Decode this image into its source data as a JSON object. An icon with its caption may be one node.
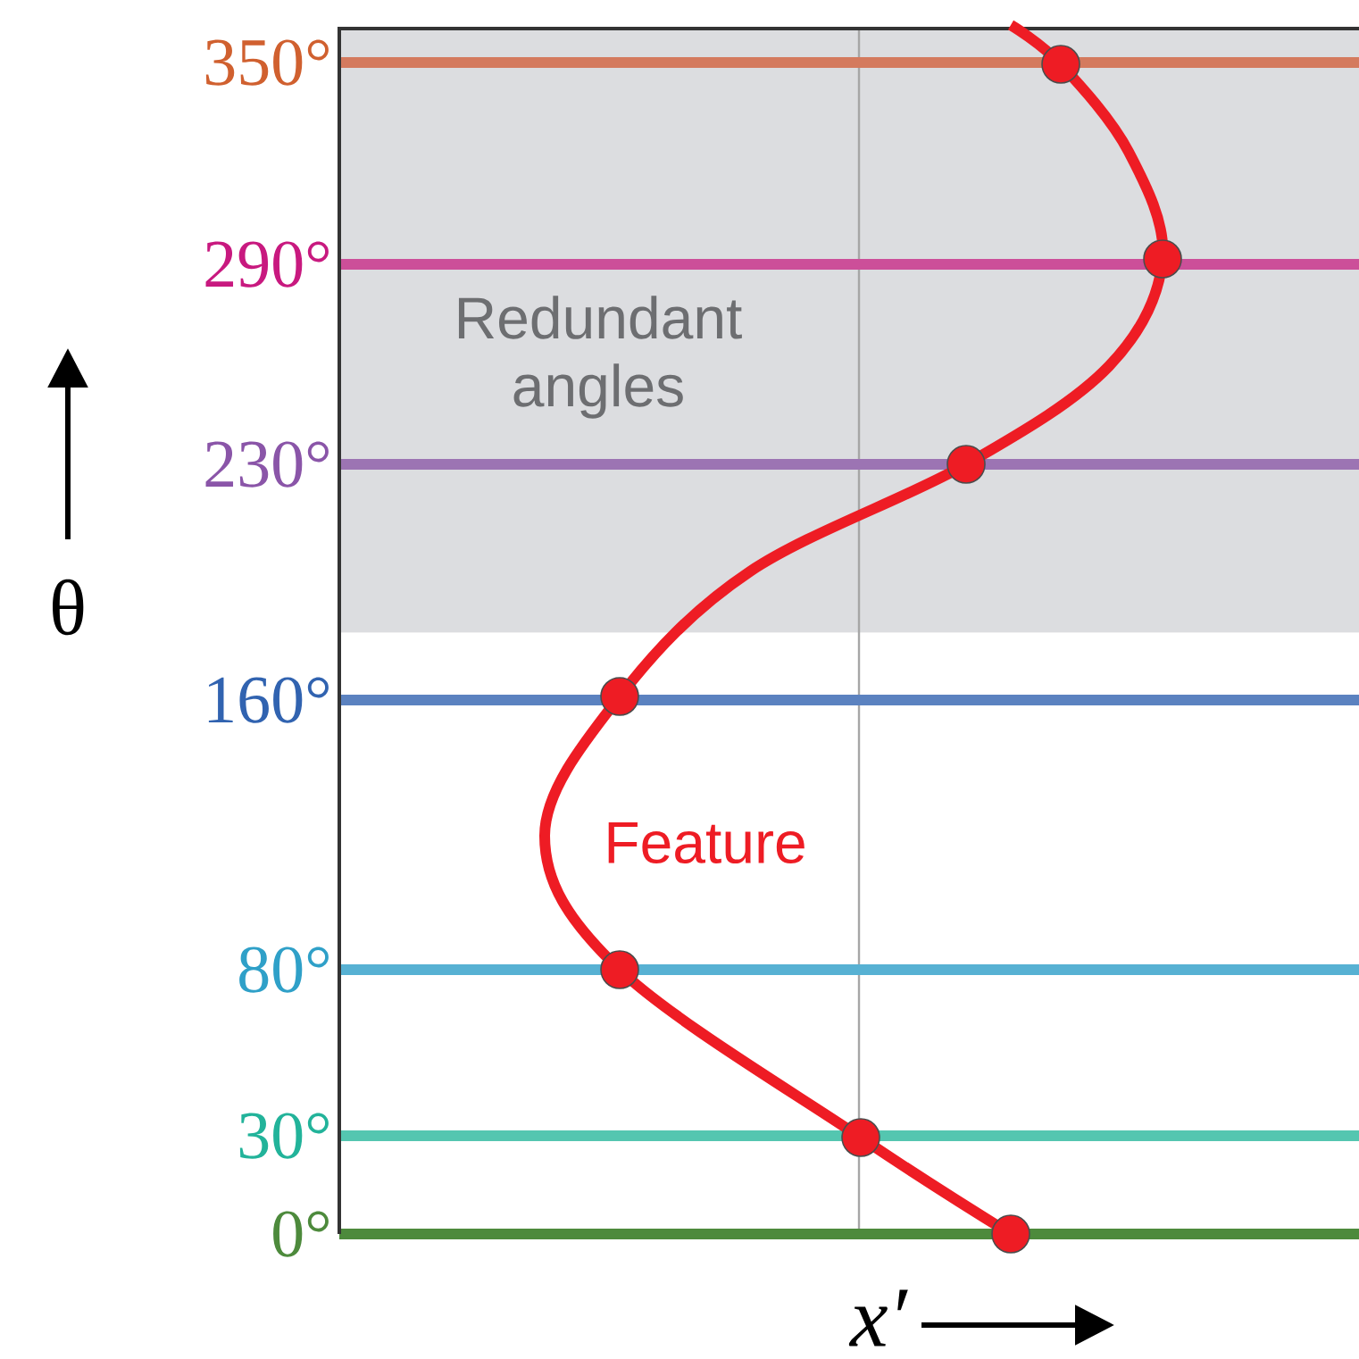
{
  "diagram": {
    "nodes": [
      {
        "text": [
          "Redundant angles"
        ]
      }
    ],
    "labels": [
      "350°",
      "290°",
      "230°",
      "160°",
      "80°",
      "30°",
      "0°",
      "θ",
      "Feature",
      "x′"
    ]
  }
}
